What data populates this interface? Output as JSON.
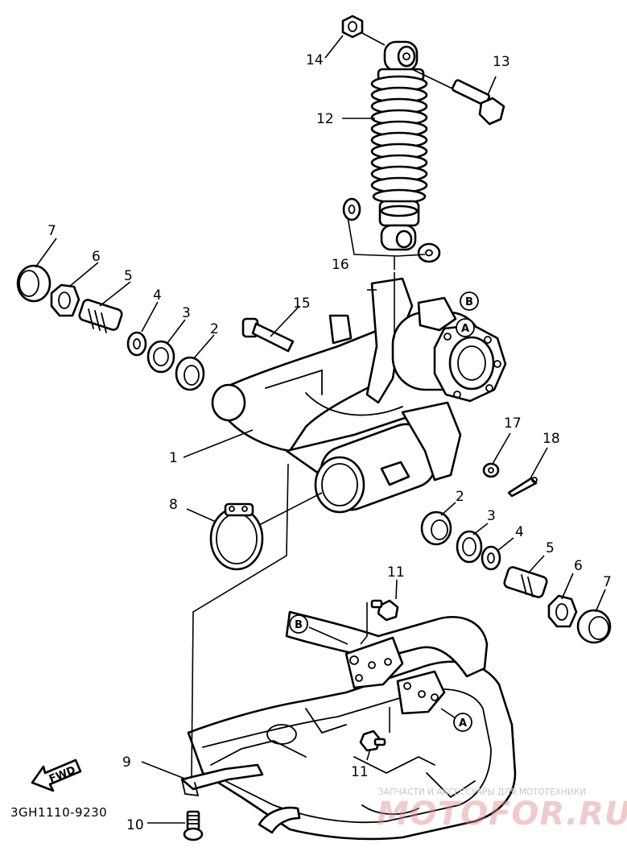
{
  "diagram": {
    "code": "3GH1110-9230",
    "fwd_label": "FWD",
    "ref_a": "A",
    "ref_b": "B",
    "callouts": {
      "c1": "1",
      "c2a": "2",
      "c2b": "2",
      "c3a": "3",
      "c3b": "3",
      "c4a": "4",
      "c4b": "4",
      "c5a": "5",
      "c5b": "5",
      "c6a": "6",
      "c6b": "6",
      "c7a": "7",
      "c7b": "7",
      "c8": "8",
      "c9": "9",
      "c10": "10",
      "c11a": "11",
      "c11b": "11",
      "c12": "12",
      "c13": "13",
      "c14": "14",
      "c15": "15",
      "c16": "16",
      "c17": "17",
      "c18": "18"
    }
  },
  "watermark": {
    "tagline": "ЗАПЧАСТИ И АКСЕССУАРЫ ДЛЯ МОТОТЕХНИКИ",
    "brand": "MOTOFOR.RU"
  },
  "colors": {
    "ink": "#000000",
    "paper": "#ffffff",
    "watermark": "#dc8c8c"
  }
}
